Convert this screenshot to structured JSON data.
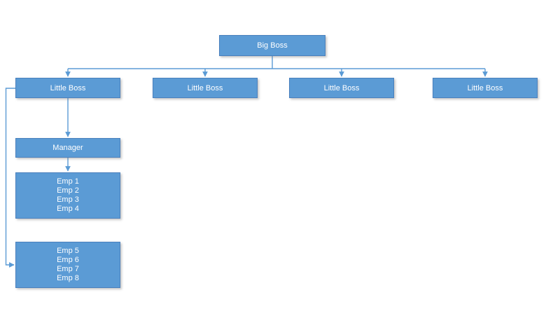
{
  "diagram": {
    "type": "org-chart",
    "colors": {
      "node_fill": "#5b9bd5",
      "node_border": "#4a80bd",
      "connector": "#5b9bd5",
      "text": "#ffffff",
      "background": "#ffffff"
    },
    "nodes": {
      "big_boss": {
        "label": "Big Boss"
      },
      "little_boss_1": {
        "label": "Little Boss"
      },
      "little_boss_2": {
        "label": "Little Boss"
      },
      "little_boss_3": {
        "label": "Little Boss"
      },
      "little_boss_4": {
        "label": "Little Boss"
      },
      "manager": {
        "label": "Manager"
      },
      "team_a": {
        "lines": [
          "Emp 1",
          "Emp 2",
          "Emp 3",
          "Emp 4"
        ]
      },
      "team_b": {
        "lines": [
          "Emp 5",
          "Emp 6",
          "Emp 7",
          "Emp 8"
        ]
      }
    },
    "edges": [
      "big_boss -> little_boss_1",
      "big_boss -> little_boss_2",
      "big_boss -> little_boss_3",
      "big_boss -> little_boss_4",
      "little_boss_1 -> manager",
      "manager -> team_a",
      "little_boss_1 -> team_b"
    ]
  }
}
